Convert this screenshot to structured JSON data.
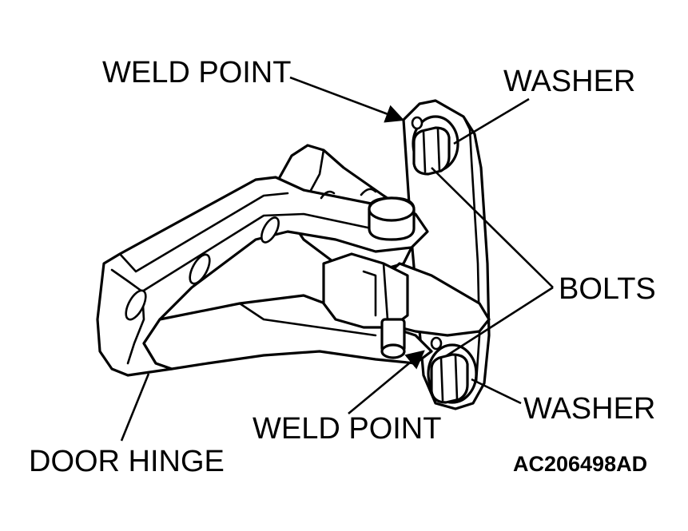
{
  "labels": {
    "weld_point_top": "WELD POINT",
    "washer_top": "WASHER",
    "bolts": "BOLTS",
    "washer_bottom": "WASHER",
    "weld_point_bottom": "WELD POINT",
    "door_hinge": "DOOR HINGE"
  },
  "figure_code": "AC206498AD",
  "colors": {
    "line": "#000000",
    "background": "#ffffff"
  }
}
